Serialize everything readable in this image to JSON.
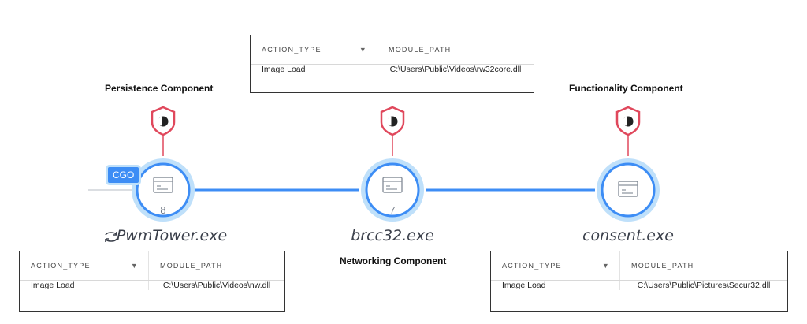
{
  "components": [
    {
      "label": "Persistence Component",
      "process": "PwmTower.exe",
      "count": "8",
      "tag": "CGO",
      "table": {
        "headers": [
          "ACTION_TYPE",
          "MODULE_PATH"
        ],
        "row": [
          "Image Load",
          "C:\\Users\\Public\\Videos\\nw.dll"
        ]
      }
    },
    {
      "label": "Networking Component",
      "process": "brcc32.exe",
      "count": "7",
      "table": {
        "headers": [
          "ACTION_TYPE",
          "MODULE_PATH"
        ],
        "row": [
          "Image Load",
          "C:\\Users\\Public\\Videos\\rw32core.dll"
        ]
      }
    },
    {
      "label": "Functionality Component",
      "process": "consent.exe",
      "count": "",
      "table": {
        "headers": [
          "ACTION_TYPE",
          "MODULE_PATH"
        ],
        "row": [
          "Image Load",
          "C:\\Users\\Public\\Pictures\\Secur32.dll"
        ]
      }
    }
  ],
  "icons": {
    "alert": "shield-alert-icon",
    "node": "process-window-icon",
    "relaunch": "restart-arrows-icon",
    "filter": "filter-icon"
  },
  "colors": {
    "edge": "#3d8df5",
    "halo": "#bfe0fa",
    "shield": "#e0485c",
    "tag": "#3d8df5"
  }
}
